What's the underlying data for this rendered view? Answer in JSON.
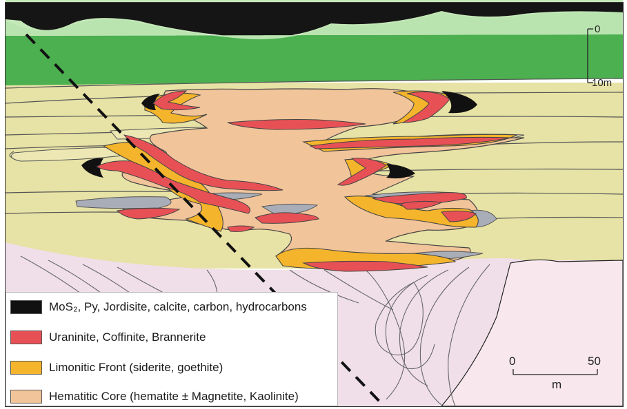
{
  "colors": {
    "sky_green": "#b6e2ad",
    "dark_green": "#4caf50",
    "mid_green": "#59b85a",
    "sediment_yellow": "#e7e2a5",
    "hematitic_core": "#f1c49a",
    "limonitic_front": "#f4b42b",
    "uraninite": "#e75156",
    "mos2_black": "#111111",
    "grey_lens": "#a8adb8",
    "basement_pink": "#f0dfe9",
    "basement_light_pink": "#f8e8ed",
    "fault_dash": "#111111"
  },
  "vertical_scale": {
    "top_label": "0",
    "bottom_label": "10m"
  },
  "horizontal_scale": {
    "left_label": "0",
    "right_label": "50",
    "unit_label": "m"
  },
  "legend": [
    {
      "label": "MoS₂, Py, Jordisite, calcite, carbon, hydrocarbons",
      "color": "#111111"
    },
    {
      "label": "Uraninite, Coffinite, Brannerite",
      "color": "#e75156"
    },
    {
      "label": "Limonitic Front (siderite, goethite)",
      "color": "#f4b42b"
    },
    {
      "label": "Hematitic Core (hematite ± Magnetite, Kaolinite)",
      "color": "#f1c49a"
    }
  ]
}
